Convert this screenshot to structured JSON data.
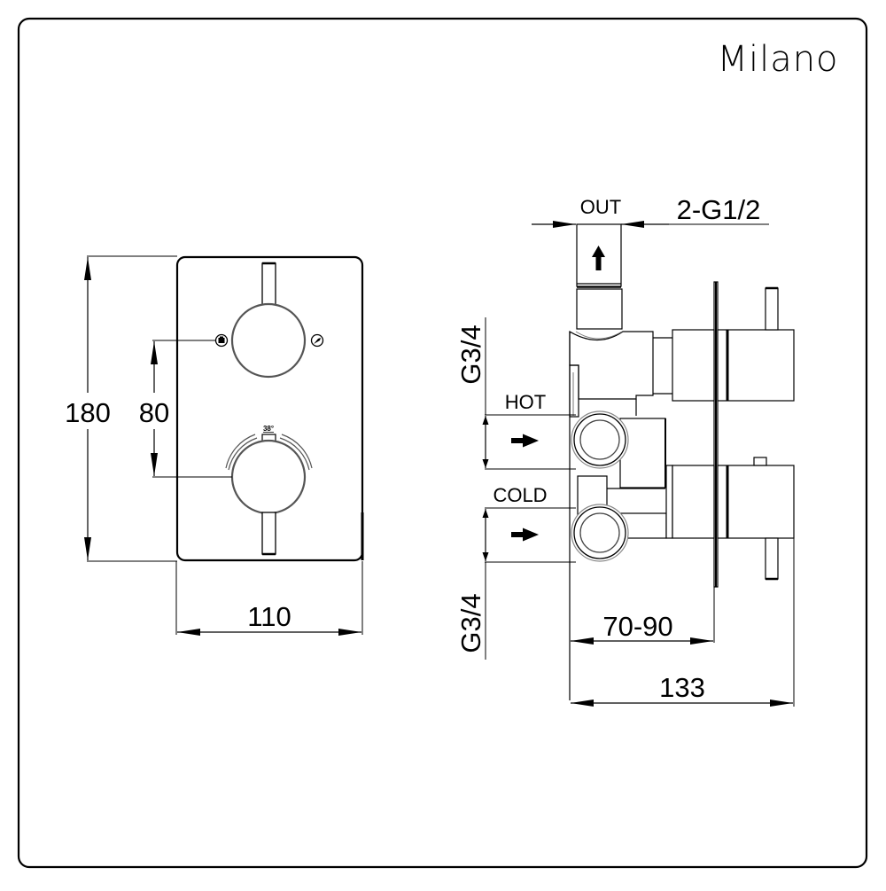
{
  "brand": {
    "name": "Milano"
  },
  "front_view": {
    "dimensions": {
      "height": "180",
      "handle_spacing": "80",
      "width": "110"
    },
    "upper_handle": {
      "left_icon": "shower-icon",
      "right_icon": "spout-icon"
    },
    "lower_handle": {
      "temperature_label": "38°"
    }
  },
  "side_view": {
    "labels": {
      "out": "OUT",
      "out_thread": "2-G1/2",
      "hot": "HOT",
      "cold": "COLD",
      "hot_thread": "G3/4",
      "cold_thread": "G3/4"
    },
    "dimensions": {
      "wall_depth": "70-90",
      "total_depth": "133"
    }
  },
  "colors": {
    "line": "#000000",
    "background": "#ffffff",
    "shadow_line": "#777777"
  }
}
